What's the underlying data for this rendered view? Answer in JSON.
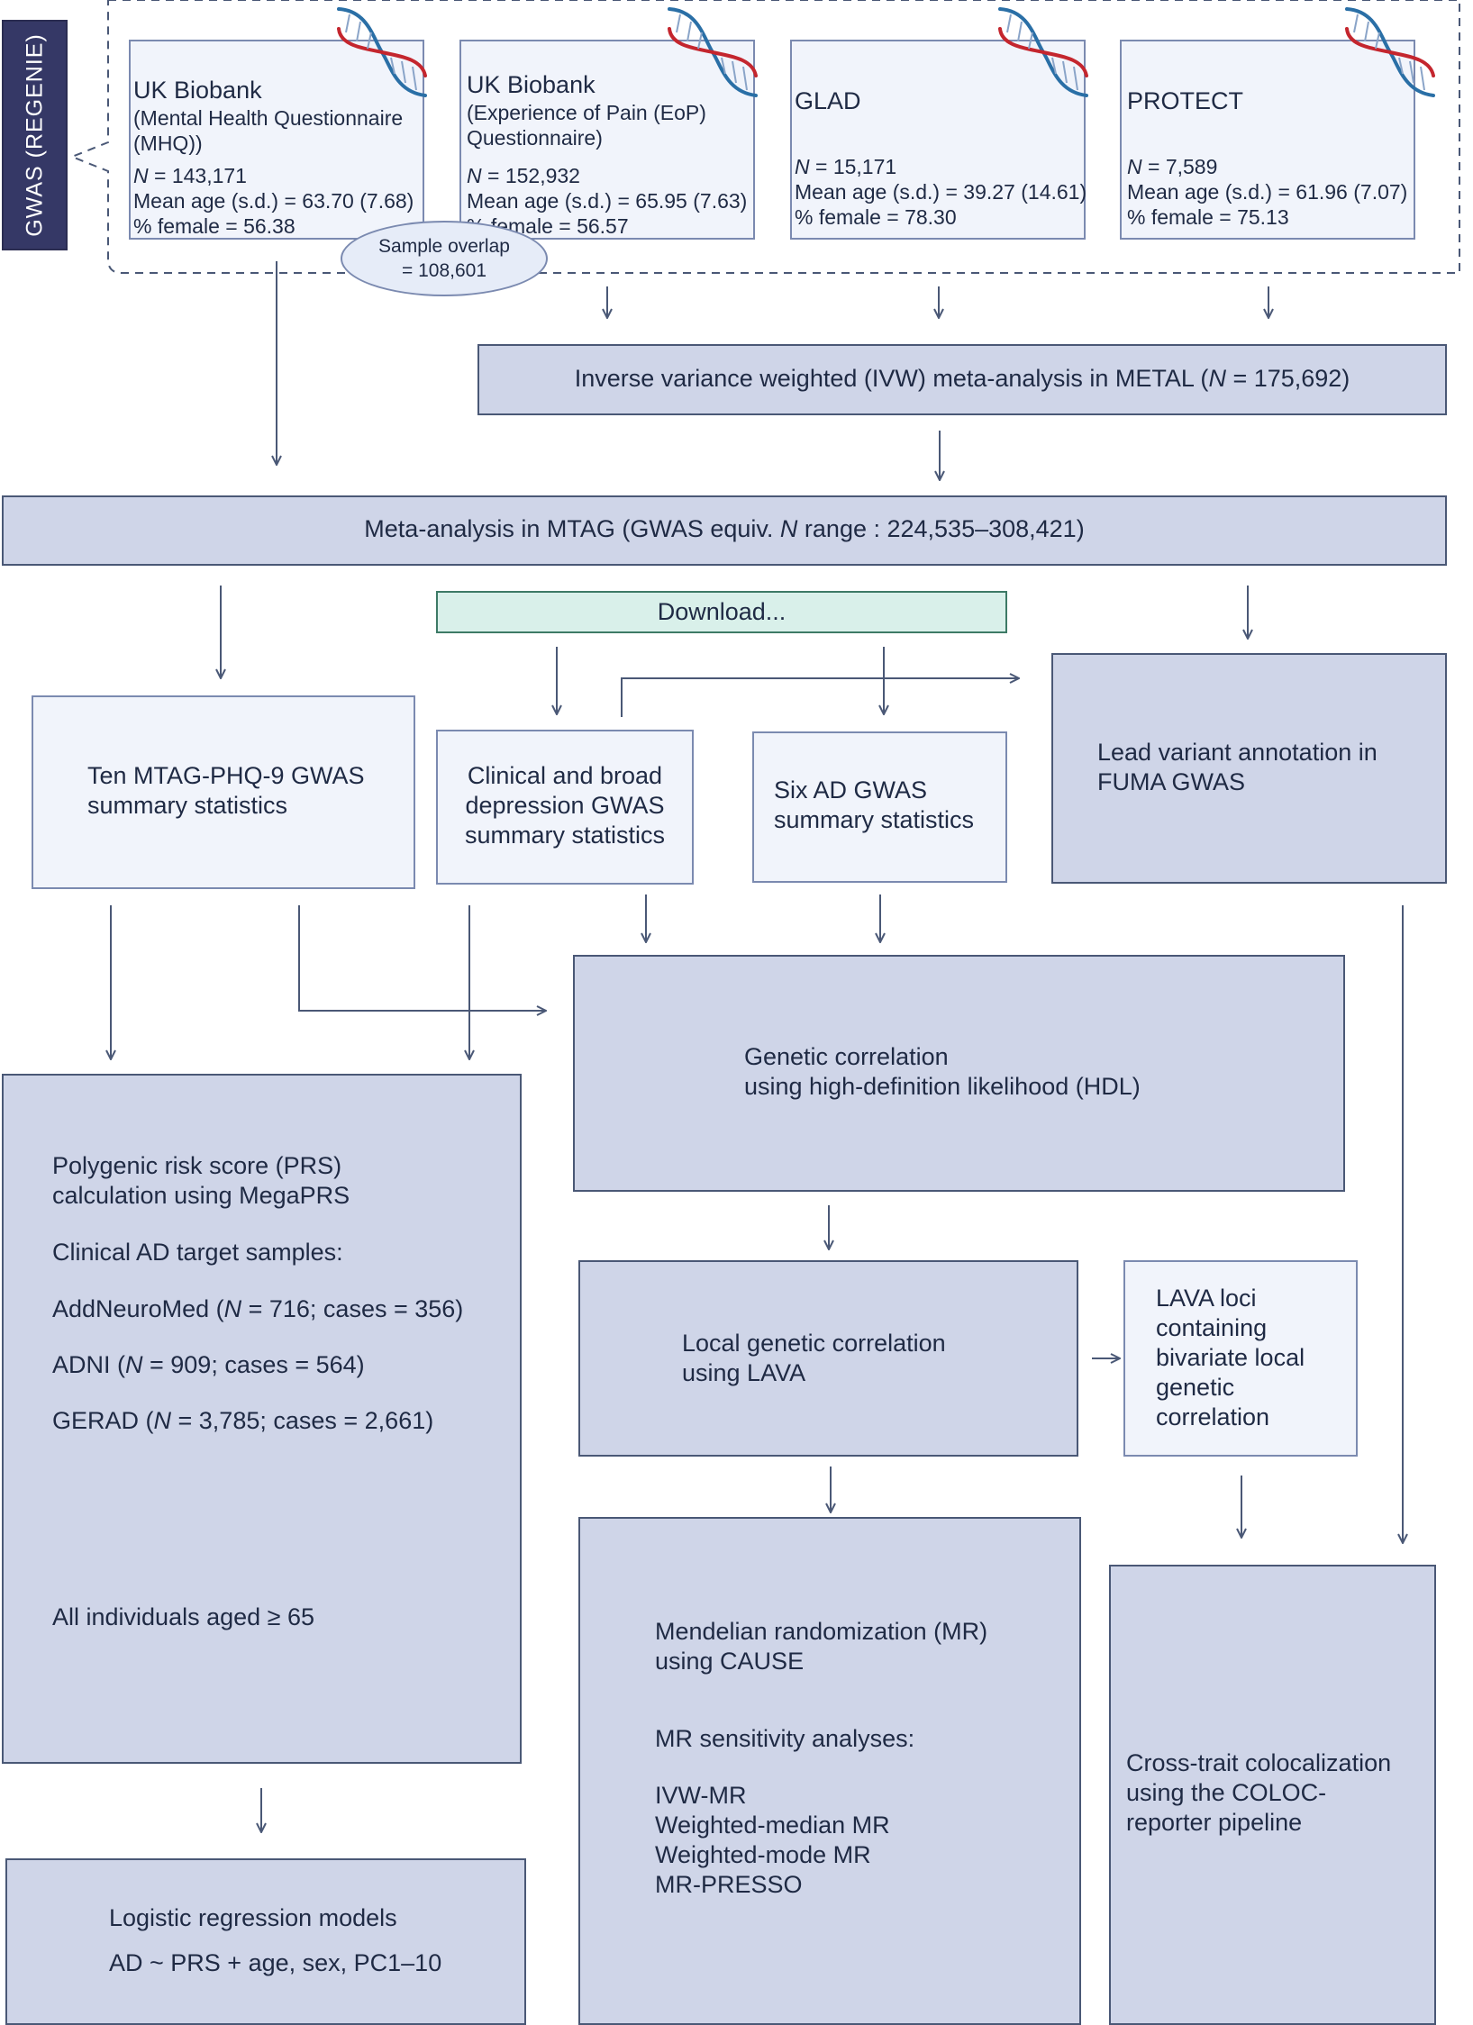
{
  "gwas_label": "GWAS (REGENIE)",
  "cohorts": [
    {
      "name": "UK Biobank",
      "subtitle": [
        "(Mental Health Questionnaire",
        "(MHQ))"
      ],
      "n": "= 143,171",
      "age": "Mean age (s.d.) = 63.70 (7.68)",
      "female": "% female = 56.38"
    },
    {
      "name": "UK Biobank",
      "subtitle": [
        "(Experience of Pain (EoP)",
        "Questionnaire)"
      ],
      "n": "= 152,932",
      "age": "Mean age (s.d.) = 65.95 (7.63)",
      "female": "% female = 56.57"
    },
    {
      "name": "GLAD",
      "n": "= 15,171",
      "age": "Mean age (s.d.) = 39.27 (14.61)",
      "female": "% female = 78.30"
    },
    {
      "name": "PROTECT",
      "n": "= 7,589",
      "age": "Mean age (s.d.) = 61.96 (7.07)",
      "female": "% female = 75.13"
    }
  ],
  "n_symbol": "N",
  "sample_overlap": [
    "Sample overlap",
    "= 108,601"
  ],
  "ivw": {
    "pre": "Inverse variance weighted (IVW) meta-analysis in METAL (",
    "n": "N",
    "post": " = 175,692)"
  },
  "mtag": {
    "pre": "Meta-analysis in MTAG (GWAS equiv. ",
    "n": "N",
    "post": " range : 224,535–308,421)"
  },
  "download": "Download...",
  "ten_mtag": [
    "Ten MTAG-PHQ-9 GWAS",
    "summary statistics"
  ],
  "clinical_broad": [
    "Clinical and broad",
    "depression GWAS",
    "summary statistics"
  ],
  "six_ad": [
    "Six AD GWAS",
    "summary statistics"
  ],
  "fuma": [
    "Lead variant annotation in",
    "FUMA GWAS"
  ],
  "prs": {
    "title": [
      "Polygenic risk score (PRS)",
      "calculation using MegaPRS"
    ],
    "targets_heading": "Clinical AD target samples:",
    "samples": [
      {
        "name": "AddNeuroMed (",
        "n": "N",
        "rest": " = 716; cases = 356)"
      },
      {
        "name": "ADNI (",
        "n": "N",
        "rest": " = 909; cases = 564)"
      },
      {
        "name": "GERAD (",
        "n": "N",
        "rest": " = 3,785; cases = 2,661)"
      }
    ],
    "aged": "All individuals aged ≥ 65"
  },
  "hdl": [
    "Genetic correlation",
    "using high-definition likelihood (HDL)"
  ],
  "lava": [
    "Local genetic correlation",
    "using LAVA"
  ],
  "lava_loci": [
    "LAVA loci",
    "containing",
    "bivariate local",
    "genetic",
    "correlation"
  ],
  "mr": {
    "title": [
      "Mendelian randomization (MR)",
      "using CAUSE"
    ],
    "sensitivity_heading": "MR sensitivity analyses:",
    "methods": [
      "IVW-MR",
      "Weighted-median MR",
      "Weighted-mode MR",
      "MR-PRESSO"
    ]
  },
  "coloc": [
    "Cross-trait colocalization",
    "using the COLOC-",
    "reporter pipeline"
  ],
  "logistic": [
    "Logistic regression models",
    "AD ~ PRS + age, sex, PC1–10"
  ],
  "colors": {
    "dark_box": "#cfd5e8",
    "light_box": "#f1f4fb",
    "download_box": "#d9f0ea",
    "label_fill": "#353866",
    "dna_red": "#c4262e",
    "dna_blue": "#2a6fa6"
  },
  "icons": [
    "dna-helix-icon"
  ]
}
